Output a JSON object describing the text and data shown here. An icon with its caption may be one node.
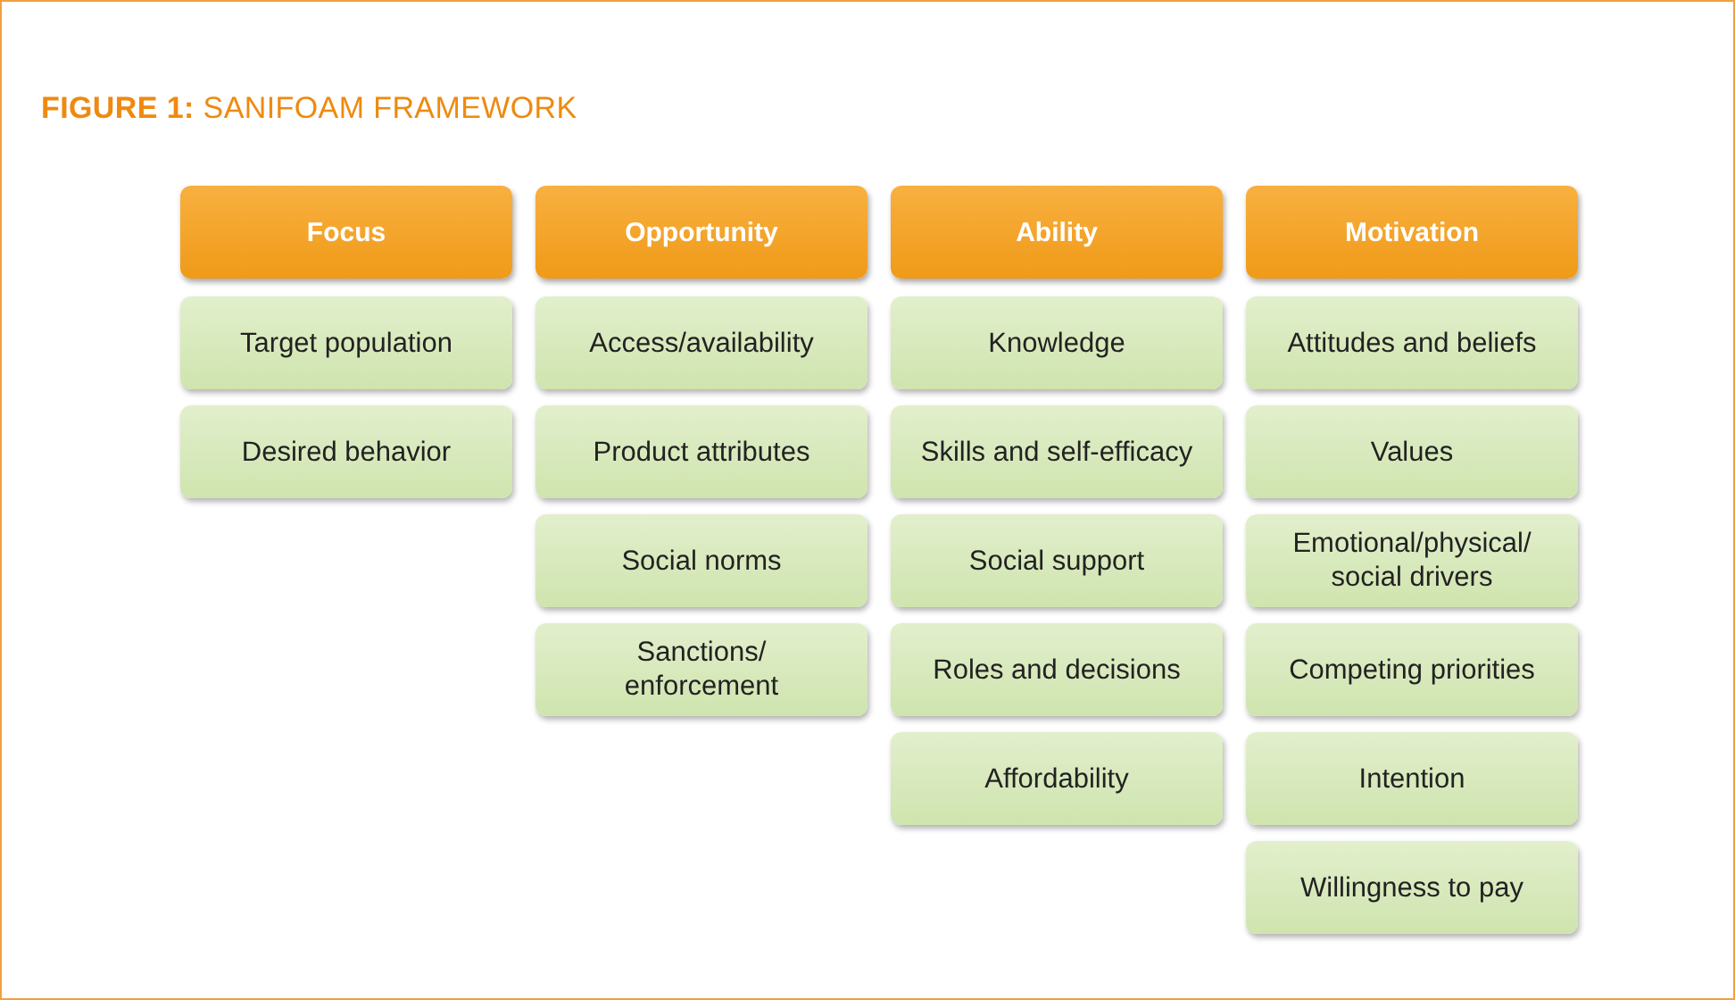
{
  "diagram": {
    "title": "**FIGURE 1:** SANIFOAM FRAMEWORK",
    "nodes": [
      {
        "text": [
          "Focus"
        ]
      },
      {
        "text": [
          "Target population"
        ]
      },
      {
        "text": [
          "Desired behavior"
        ]
      },
      {
        "text": [
          "Opportunity"
        ]
      },
      {
        "text": [
          "Access/availability"
        ]
      },
      {
        "text": [
          "Product attributes"
        ]
      },
      {
        "text": [
          "Social norms"
        ]
      },
      {
        "text": [
          "Sanctions/ enforcement"
        ]
      },
      {
        "text": [
          "Ability"
        ]
      },
      {
        "text": [
          "Knowledge"
        ]
      },
      {
        "text": [
          "Skills and self-efficacy"
        ]
      },
      {
        "text": [
          "Social support"
        ]
      },
      {
        "text": [
          "Roles and decisions"
        ]
      },
      {
        "text": [
          "Affordability"
        ]
      },
      {
        "text": [
          "Motivation"
        ]
      },
      {
        "text": [
          "Attitudes and beliefs"
        ]
      },
      {
        "text": [
          "Values"
        ]
      },
      {
        "text": [
          "Emotional/physical/ social drivers"
        ]
      },
      {
        "text": [
          "Competing priorities"
        ]
      },
      {
        "text": [
          "Intention"
        ]
      },
      {
        "text": [
          "Willingness to pay"
        ]
      }
    ]
  }
}
